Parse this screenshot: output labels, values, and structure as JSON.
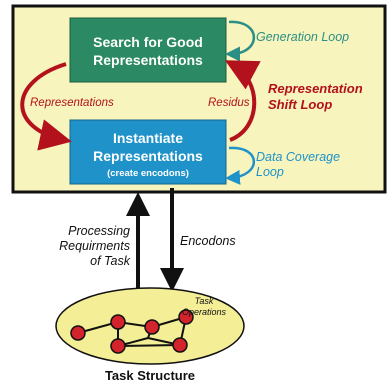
{
  "boxes": {
    "search_line1": "Search for Good",
    "search_line2": "Representations",
    "instantiate_line1": "Instantiate",
    "instantiate_line2": "Representations",
    "instantiate_sub": "(create encodons)"
  },
  "loops": {
    "generation": "Generation Loop",
    "data_coverage_line1": "Data Coverage",
    "data_coverage_line2": "Loop",
    "shift_line1": "Representation",
    "shift_line2": "Shift Loop"
  },
  "arrows": {
    "representations": "Representations",
    "residus": "Residus",
    "processing_line1": "Processing",
    "processing_line2": "Requirments",
    "processing_line3": "of Task",
    "encodons": "Encodons"
  },
  "task": {
    "operations_line1": "Task",
    "operations_line2": "Operations",
    "title": "Task Structure"
  },
  "colors": {
    "frame_fill": "#f8f4bd",
    "frame_stroke": "#111111",
    "green_box": "#2b8a63",
    "blue_box": "#1f93c9",
    "teal_text": "#2b8f86",
    "red": "#b3121c",
    "ellipse_fill": "#f4ee96",
    "node_fill": "#d3232c"
  }
}
